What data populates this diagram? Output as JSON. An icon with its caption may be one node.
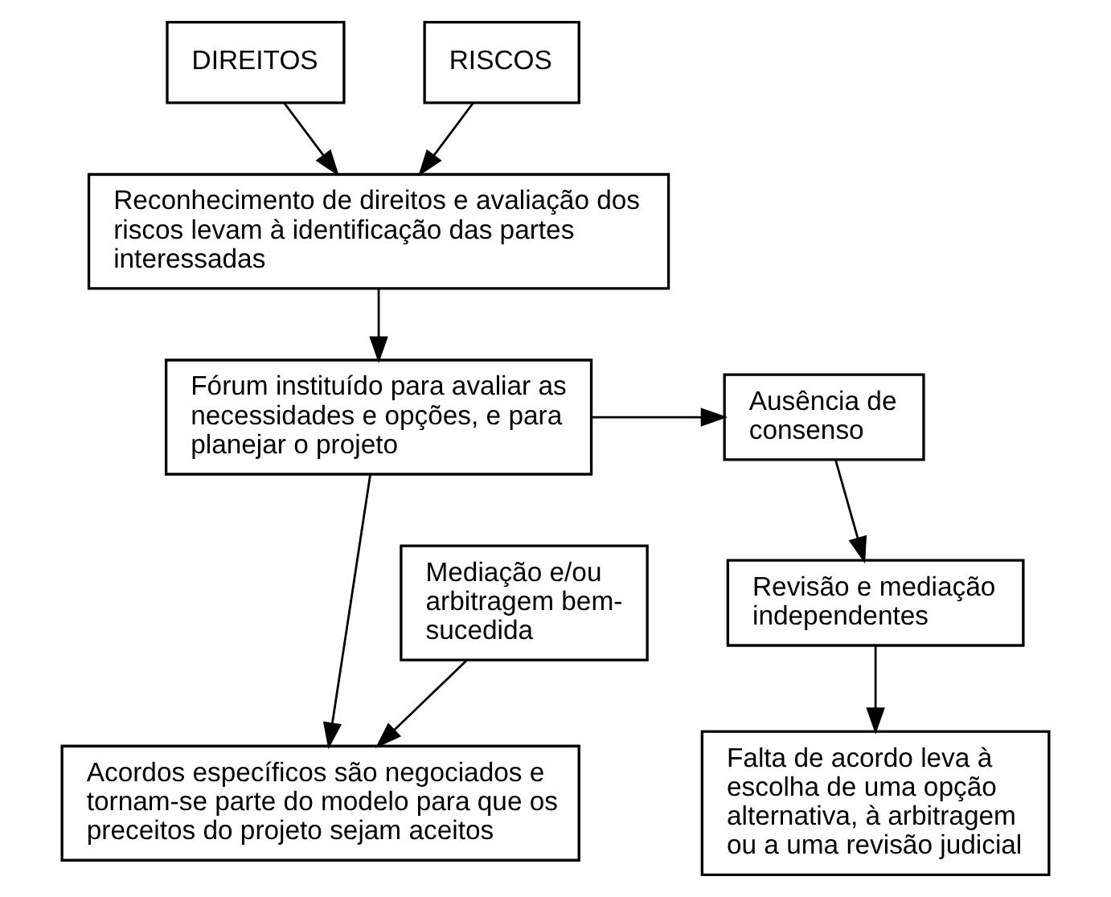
{
  "diagram": {
    "nodes": [
      {
        "text": [
          "DIREITOS"
        ]
      },
      {
        "text": [
          "RISCOS"
        ]
      },
      {
        "text": [
          "Reconhecimento de direitos e avaliação dos riscos levam à identificação das partes interessadas"
        ]
      },
      {
        "text": [
          "Fórum instituído para avaliar as necessidades e opções, e para planejar o projeto"
        ]
      },
      {
        "text": [
          "Ausência de consenso"
        ]
      },
      {
        "text": [
          "Mediação e/ou arbitragem bem-sucedida"
        ]
      },
      {
        "text": [
          "Revisão e mediação independentes"
        ]
      },
      {
        "text": [
          "Acordos específicos são negociados e tornam-se parte do modelo para que os preceitos do projeto sejam aceitos"
        ]
      },
      {
        "text": [
          "Falta de acordo leva à escolha de uma opção alternativa, à arbitragem ou a uma revisão judicial"
        ]
      }
    ],
    "edges": [
      {
        "from": 0,
        "to": 2,
        "arrow": "to"
      },
      {
        "from": 1,
        "to": 2,
        "arrow": "to"
      },
      {
        "from": 2,
        "to": 3,
        "arrow": "to"
      },
      {
        "from": 3,
        "to": 4,
        "arrow": "to"
      },
      {
        "from": 4,
        "to": 6,
        "arrow": "to"
      },
      {
        "from": 3,
        "to": 7,
        "arrow": "to"
      },
      {
        "from": 5,
        "to": 7,
        "arrow": "to"
      },
      {
        "from": 6,
        "to": 8,
        "arrow": "to"
      }
    ]
  }
}
